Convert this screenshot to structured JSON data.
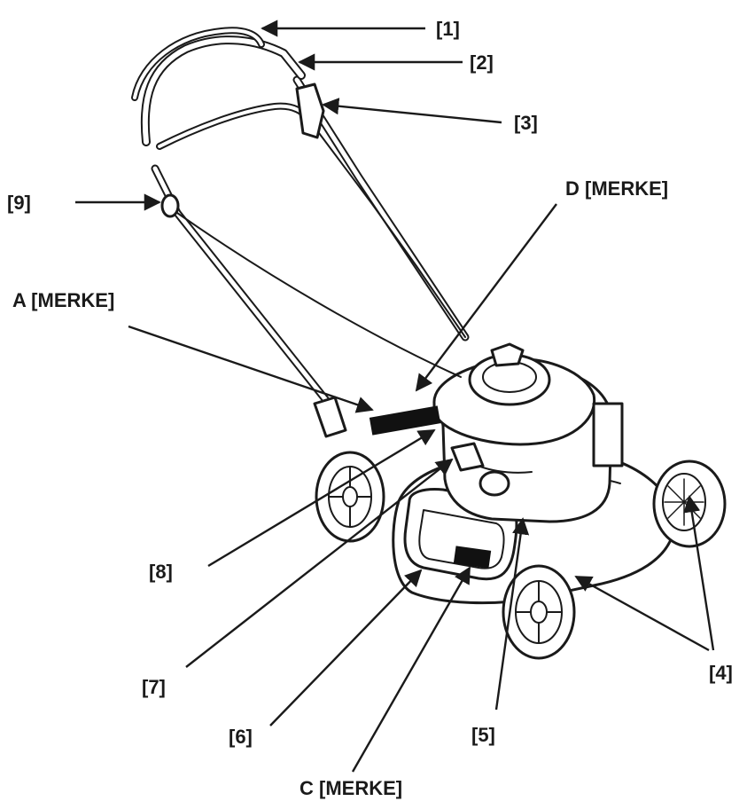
{
  "labels": {
    "l1": "[1]",
    "l2": "[2]",
    "l3": "[3]",
    "l4": "[4]",
    "l5": "[5]",
    "l6": "[6]",
    "l7": "[7]",
    "l8": "[8]",
    "l9": "[9]",
    "a": "A [MERKE]",
    "c": "C [MERKE]",
    "d": "D [MERKE]"
  },
  "colors": {
    "ink": "#1a1a1a",
    "paper": "#ffffff"
  }
}
